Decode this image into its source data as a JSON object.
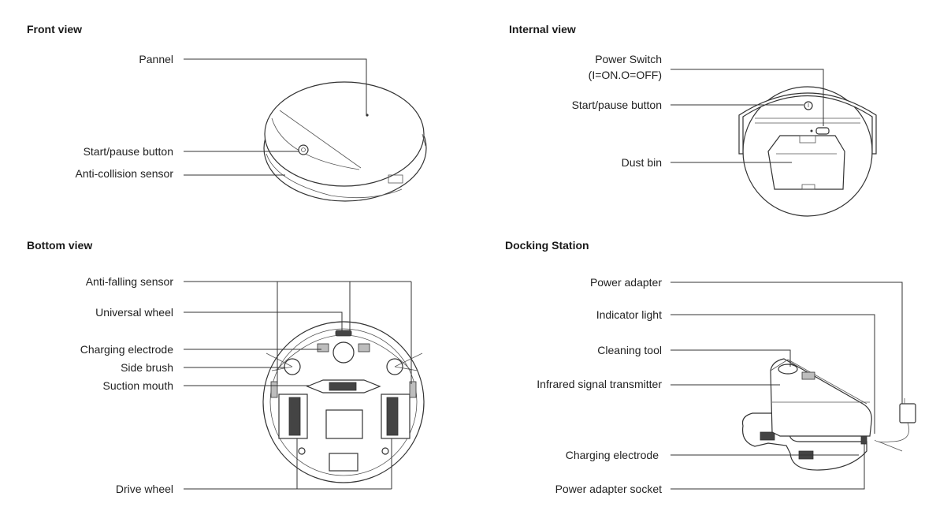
{
  "sections": {
    "front_view": {
      "title": "Front view",
      "labels": [
        "Pannel",
        "Start/pause button",
        "Anti-collision sensor"
      ]
    },
    "internal_view": {
      "title": "Internal view",
      "labels": [
        "Power Switch",
        "(I=ON.O=OFF)",
        "Start/pause button",
        "Dust bin"
      ]
    },
    "bottom_view": {
      "title": "Bottom view",
      "labels": [
        "Anti-falling sensor",
        "Universal wheel",
        "Charging electrode",
        "Side brush",
        "Suction mouth",
        "Drive wheel"
      ]
    },
    "docking_station": {
      "title": "Docking Station",
      "labels": [
        "Power adapter",
        "Indicator light",
        "Cleaning tool",
        "Infrared signal transmitter",
        "Charging electrode",
        "Power adapter socket"
      ]
    }
  },
  "colors": {
    "line": "#333333",
    "text": "#222222",
    "background": "#ffffff"
  }
}
